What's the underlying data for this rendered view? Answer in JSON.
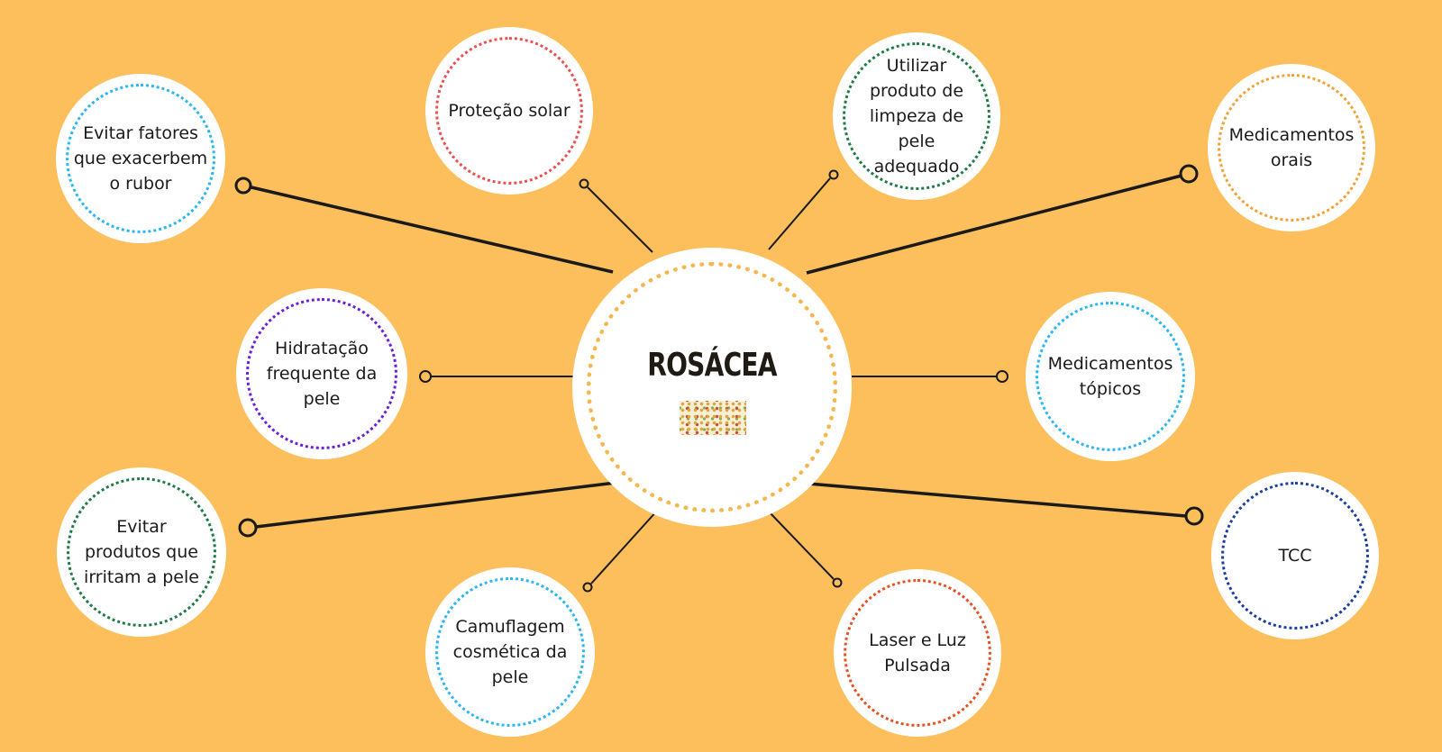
{
  "diagram": {
    "center": {
      "title": "ROSÁCEA",
      "image": "rosacea-photo-thumbnail"
    },
    "nodes": [
      {
        "id": "evitar-fatores",
        "label": "Evitar fatores\nque exacerbem\no rubor",
        "ring_color": "#29B6F6"
      },
      {
        "id": "protecao-solar",
        "label": "Proteção solar",
        "ring_color": "#F04E4E"
      },
      {
        "id": "limpeza",
        "label": "Utilizar\nproduto de\nlimpeza de\npele\nadequado",
        "ring_color": "#1E7B45"
      },
      {
        "id": "medicamentos-orais",
        "label": "Medicamentos\norais",
        "ring_color": "#F5A033"
      },
      {
        "id": "hidratacao",
        "label": "Hidratação\nfrequente da\npele",
        "ring_color": "#6A1FD9"
      },
      {
        "id": "medicamentos-topicos",
        "label": "Medicamentos\ntópicos",
        "ring_color": "#29B6F6"
      },
      {
        "id": "evitar-produtos",
        "label": "Evitar\nprodutos que\nirritam a pele",
        "ring_color": "#1E7B45"
      },
      {
        "id": "camuflagem",
        "label": "Camuflagem\ncosmética da\npele",
        "ring_color": "#29B6F6"
      },
      {
        "id": "laser",
        "label": "Laser e Luz\nPulsada",
        "ring_color": "#E8511F"
      },
      {
        "id": "tcc",
        "label": "TCC",
        "ring_color": "#1A3FA0"
      }
    ]
  }
}
